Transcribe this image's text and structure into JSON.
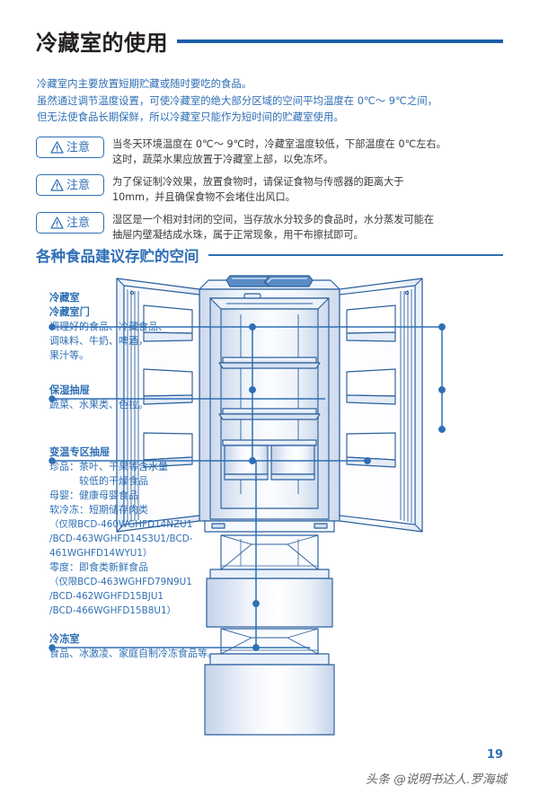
{
  "page": {
    "title": "冷藏室的使用",
    "number": "19",
    "watermark": "头条 @说明书达人.罗海城",
    "accent_blue": "#2f6fb5",
    "title_rule_blue": "#1a5fa8",
    "title_ink": "#231f20",
    "body_ink": "#3a3a3a"
  },
  "intro": {
    "lines": [
      "冷藏室内主要放置短期贮藏或随时要吃的食品。",
      "虽然通过调节温度设置，可使冷藏室的绝大部分区域的空间平均温度在 0℃～ 9℃之间，",
      "但无法使食品长期保鲜，所以冷藏室只能作为短时间的贮藏室使用。"
    ]
  },
  "notices": [
    {
      "icon": "warning-triangle-icon",
      "badge_label": "注意",
      "lines": [
        "当冬天环境温度在 0℃～ 9℃时，冷藏室温度较低，下部温度在 0℃左右。",
        "这时，蔬菜水果应放置于冷藏室上部，以免冻坏。"
      ]
    },
    {
      "icon": "warning-triangle-icon",
      "badge_label": "注意",
      "lines": [
        "为了保证制冷效果，放置食物时，请保证食物与传感器的距离大于",
        "10mm，并且确保食物不会堵住出风口。"
      ]
    },
    {
      "icon": "warning-triangle-icon",
      "badge_label": "注意",
      "lines": [
        "湿区是一个相对封闭的空间，当存放水分较多的食品时，水分蒸发可能在",
        "抽屉内壁凝结成水珠，属于正常现象，用干布擦拭即可。"
      ]
    }
  ],
  "section": {
    "heading": "各种食品建议存贮的空间"
  },
  "callouts": {
    "fridge_door": {
      "head_line1": "冷藏室",
      "head_line2": "冷藏室门",
      "lines": [
        "调理好的食品、冷藏食品、",
        "调味料、牛奶、啤酒，",
        "果汁等。"
      ]
    },
    "humidity_drawer": {
      "head": "保湿抽屉",
      "lines": [
        "蔬菜、水果类、色拉。"
      ]
    },
    "variable_temp_drawer": {
      "head": "变温专区抽屉",
      "lines": [
        "珍品：茶叶、干果等含水量",
        "　　　较低的干燥食品",
        "母婴：健康母婴食品",
        "软冷冻：短期储存肉类",
        "（仅限BCD-460WGHFD14NZU1",
        "/BCD-463WGHFD14S3U1/BCD-",
        "461WGHFD14WYU1）",
        "零度：即食类新鲜食品",
        "（仅限BCD-463WGHFD79N9U1",
        "/BCD-462WGHFD15BJU1",
        "/BCD-466WGHFD15B8U1）"
      ]
    },
    "freezer": {
      "head": "冷冻室",
      "lines": [
        "食品、冰激凌、家庭自制冷冻食品等。"
      ]
    }
  },
  "diagram": {
    "name": "french-door-refrigerator-diagram",
    "line_color": "#2f6fb5",
    "stroke": "#2a5f9e",
    "fill_light": "#f4f7fc"
  }
}
